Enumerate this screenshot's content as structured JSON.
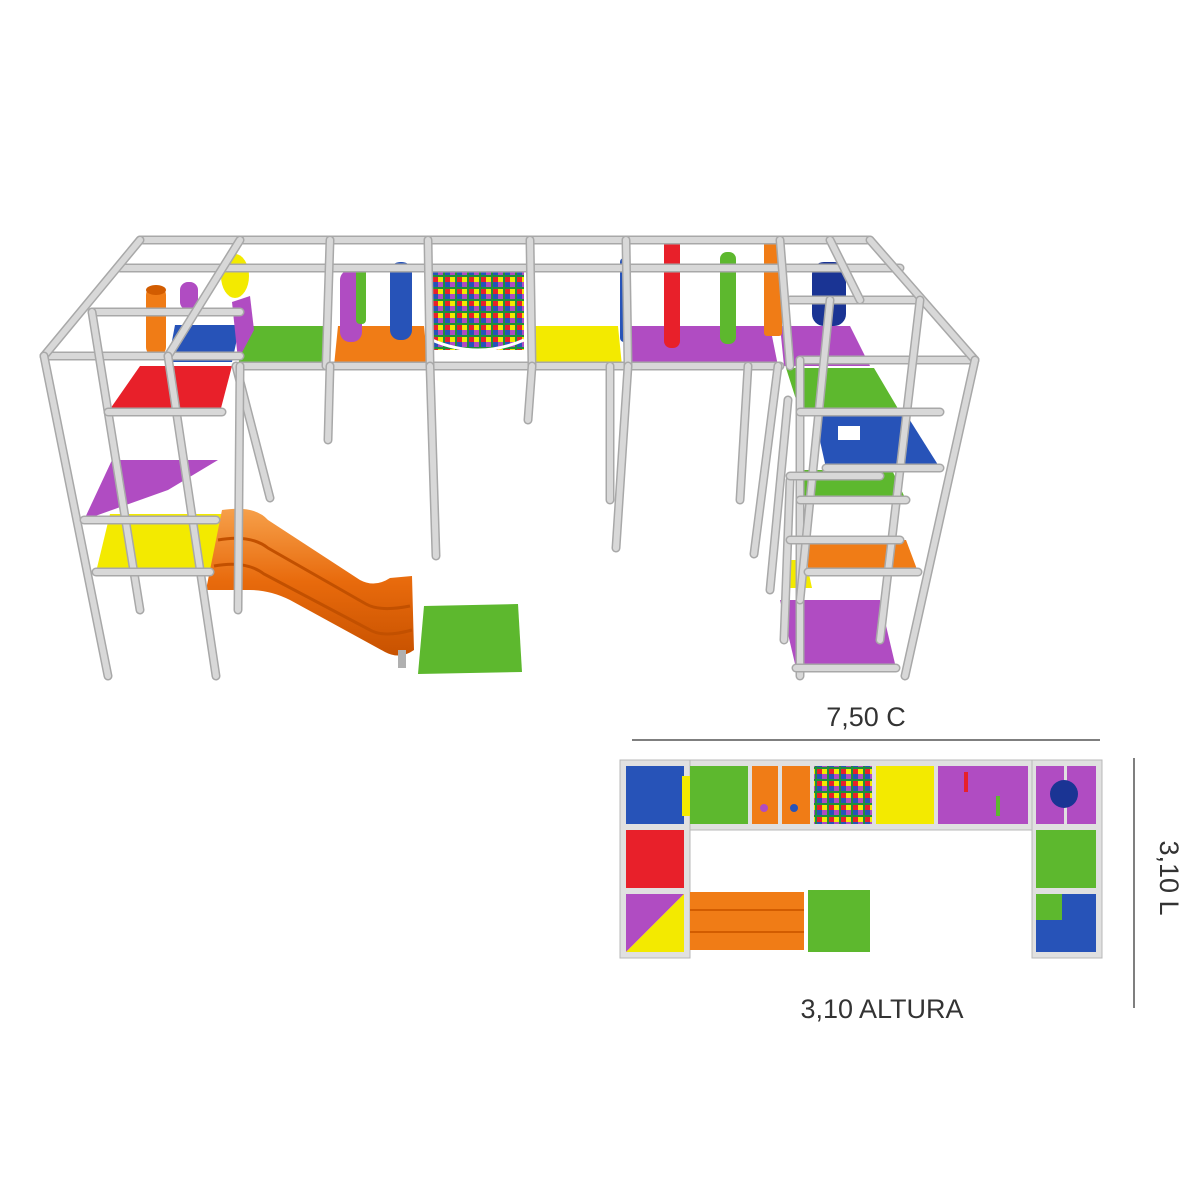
{
  "dimensions": {
    "length": "7,50 C",
    "width": "3,10 L",
    "height": "3,10 ALTURA"
  },
  "colors": {
    "frame": "#d8d8d8",
    "frame_edge": "#a8a8a8",
    "red": "#e8202a",
    "purple": "#b04cc2",
    "yellow": "#f3ea00",
    "green": "#5db82e",
    "orange": "#f07c16",
    "blue": "#2753b8",
    "navy": "#1a3494",
    "line": "#555555",
    "text": "#333333"
  }
}
